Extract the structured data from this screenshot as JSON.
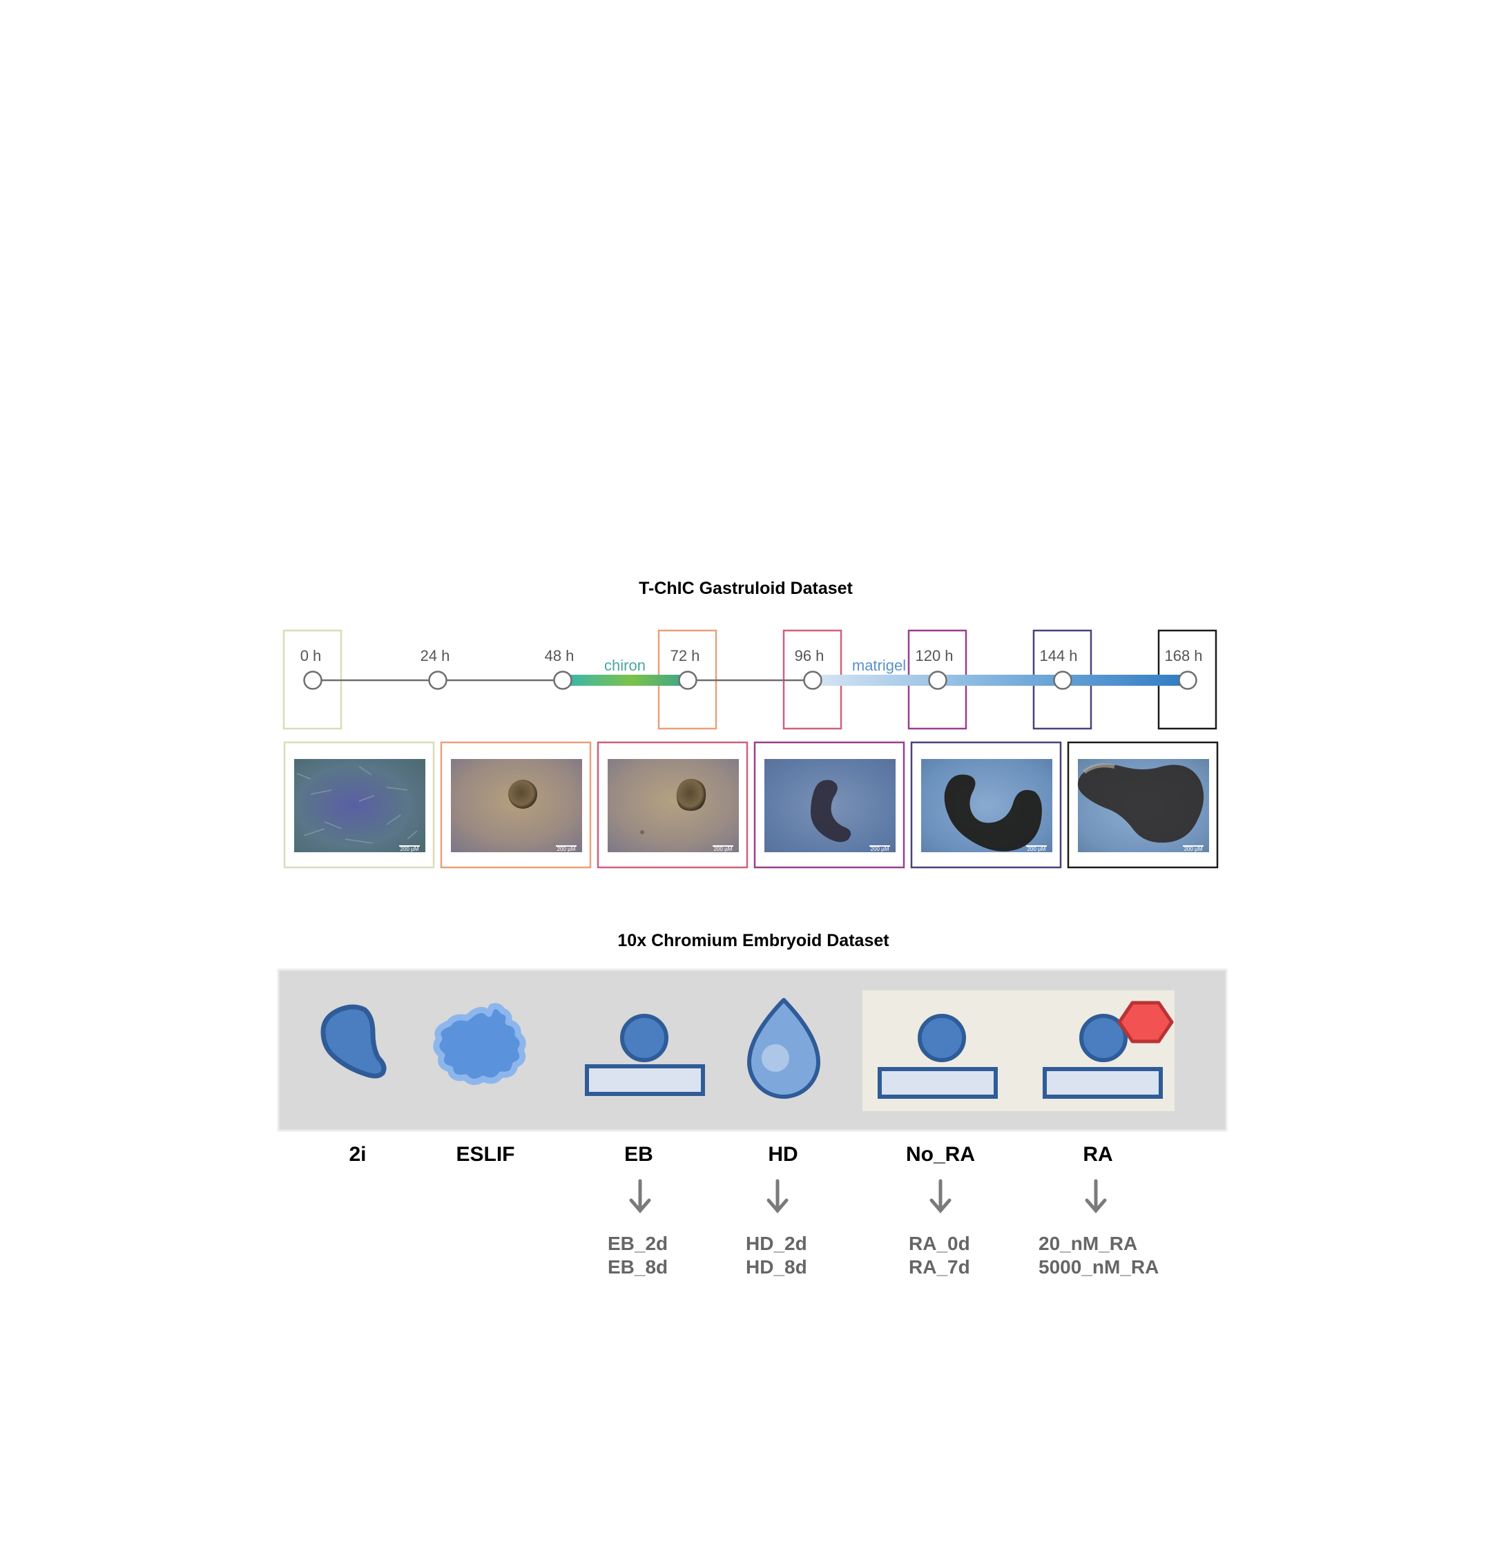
{
  "gastruloid": {
    "title": "T-ChIC Gastruloid Dataset",
    "timepoints": [
      "0 h",
      "24 h",
      "48 h",
      "72 h",
      "96 h",
      "120 h",
      "144 h",
      "168 h"
    ],
    "highlighted": [
      "0 h",
      "72 h",
      "96 h",
      "120 h",
      "144 h",
      "168 h"
    ],
    "box_colors": [
      "#dcdcb8",
      "#e8a07a",
      "#d0607c",
      "#9a3e8e",
      "#4e3f7a",
      "#1a1a1a"
    ],
    "treatments": [
      {
        "label": "chiron",
        "from": "48 h",
        "to": "72 h",
        "label_color": "#4aa6a0"
      },
      {
        "label": "matrigel",
        "from": "96 h",
        "to": "168 h",
        "label_color": "#5a92c8"
      }
    ],
    "scale_bar_label": "200 µM"
  },
  "embryoid": {
    "title": "10x Chromium Embryoid Dataset",
    "conditions": [
      {
        "name": "2i",
        "icon": "cell-cluster-icon",
        "subconditions": []
      },
      {
        "name": "ESLIF",
        "icon": "irregular-colony-icon",
        "subconditions": []
      },
      {
        "name": "EB",
        "icon": "embryoid-body-icon",
        "subconditions": [
          "EB_2d",
          "EB_8d"
        ]
      },
      {
        "name": "HD",
        "icon": "hanging-drop-icon",
        "subconditions": [
          "HD_2d",
          "HD_8d"
        ]
      },
      {
        "name": "No_RA",
        "icon": "embryoid-body-icon",
        "subconditions": [
          "RA_0d",
          "RA_7d"
        ]
      },
      {
        "name": "RA",
        "icon": "embryoid-body-ra-icon",
        "subconditions": [
          "20_nM_RA",
          "5000_nM_RA"
        ]
      }
    ],
    "colors": {
      "icon_dark": "#2f5c98",
      "icon_fill": "#4a7ec0",
      "platform_fill": "#dbe3f0",
      "panel_bg": "#d9d9d9",
      "ra_panel_bg": "#eeebe2",
      "hexagon": "#f25252",
      "arrow": "#7a7a7a"
    }
  }
}
